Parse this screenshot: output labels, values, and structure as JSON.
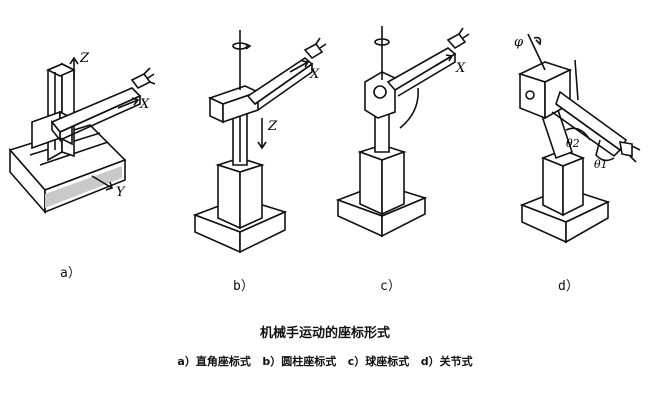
{
  "figure": {
    "title": "机械手运动的座标形式",
    "caption": "a）直角座标式   b）圆柱座标式   c）球座标式   d）关节式",
    "panels": [
      {
        "id": "a",
        "label": "a）",
        "axes": [
          "Z",
          "X",
          "Y"
        ]
      },
      {
        "id": "b",
        "label": "b）",
        "axes": [
          "X",
          "Z"
        ]
      },
      {
        "id": "c",
        "label": "c）",
        "axes": [
          "X"
        ]
      },
      {
        "id": "d",
        "label": "d）",
        "axes": [
          "φ",
          "θ2",
          "θ1"
        ]
      }
    ]
  }
}
